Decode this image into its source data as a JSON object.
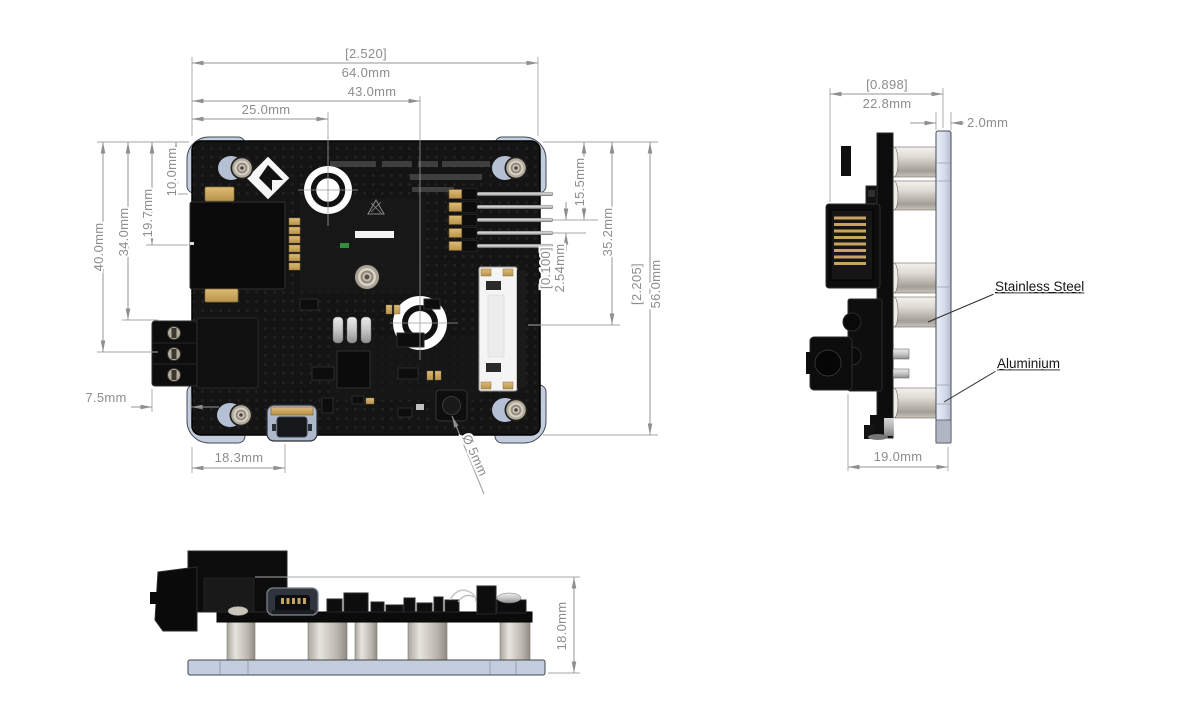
{
  "drawing": {
    "top_view": {
      "dim_width_in": "[2.520]",
      "dim_width_mm": "64.0mm",
      "dim_43": "43.0mm",
      "dim_25": "25.0mm",
      "dim_40": "40.0mm",
      "dim_34": "34.0mm",
      "dim_19_7": "19.7mm",
      "dim_10": "10.0mm",
      "dim_7_5": "7.5mm",
      "dim_18_3": "18.3mm",
      "dim_hole_dia": "Ø 5mm",
      "dim_15_5": "15.5mm",
      "dim_35_2": "35.2mm",
      "dim_pitch_in": "[0.100]",
      "dim_pitch_mm": "2.54mm",
      "dim_height_in": "[2.205]",
      "dim_height_mm": "56.0mm"
    },
    "side_view": {
      "dim_depth_in": "[0.898]",
      "dim_depth_mm": "22.8mm",
      "dim_plate_thickness": "2.0mm",
      "dim_width": "19.0mm",
      "note_standoff": "Stainless Steel",
      "note_plate": "Aluminium"
    },
    "front_view": {
      "dim_height": "18.0mm"
    },
    "colors": {
      "dimension_gray": "#8d8d8d",
      "plate_blue": "#c4cdde",
      "pcb_black": "#141414",
      "gold": "#c9a45f",
      "steel": "#d7d2c7"
    }
  }
}
